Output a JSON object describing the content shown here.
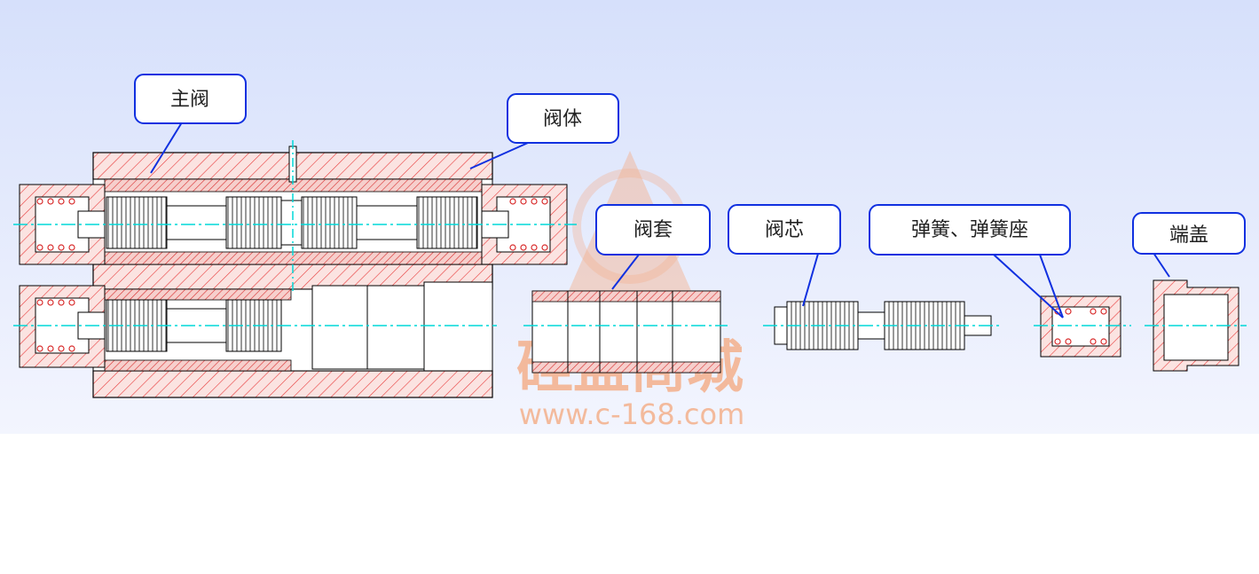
{
  "callouts": {
    "main_valve": "主阀",
    "valve_body": "阀体",
    "valve_sleeve": "阀套",
    "valve_core": "阀芯",
    "spring_seat": "弹簧、弹簧座",
    "end_cap": "端盖"
  },
  "watermark": {
    "brand": "硅盟商城",
    "url": "www.c-168.com"
  },
  "colors": {
    "background_top": "#d6e0fb",
    "background_bottom": "#f3f5fe",
    "hatch": "#e83a3a",
    "fill_hatch": "#f7c9c4",
    "outline": "#000000",
    "centerline": "#00d8d8",
    "callout_border": "#1030e0",
    "watermark": "#f4b08c"
  }
}
